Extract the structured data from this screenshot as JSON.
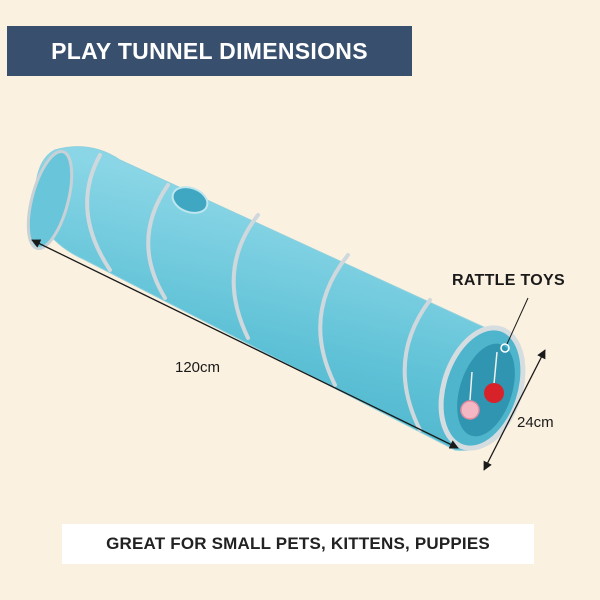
{
  "header": {
    "title": "PLAY TUNNEL DIMENSIONS"
  },
  "dimensions": {
    "length": "120cm",
    "diameter": "24cm"
  },
  "callouts": {
    "rattle_toys": "RATTLE TOYS"
  },
  "footer": {
    "text": "GREAT FOR SMALL PETS, KITTENS, PUPPIES"
  },
  "colors": {
    "background": "#fbf1e0",
    "banner": "#38506e",
    "tunnel": "#5ec1d6",
    "ball_red": "#d8222a",
    "ball_pink": "#f4b8c4"
  }
}
